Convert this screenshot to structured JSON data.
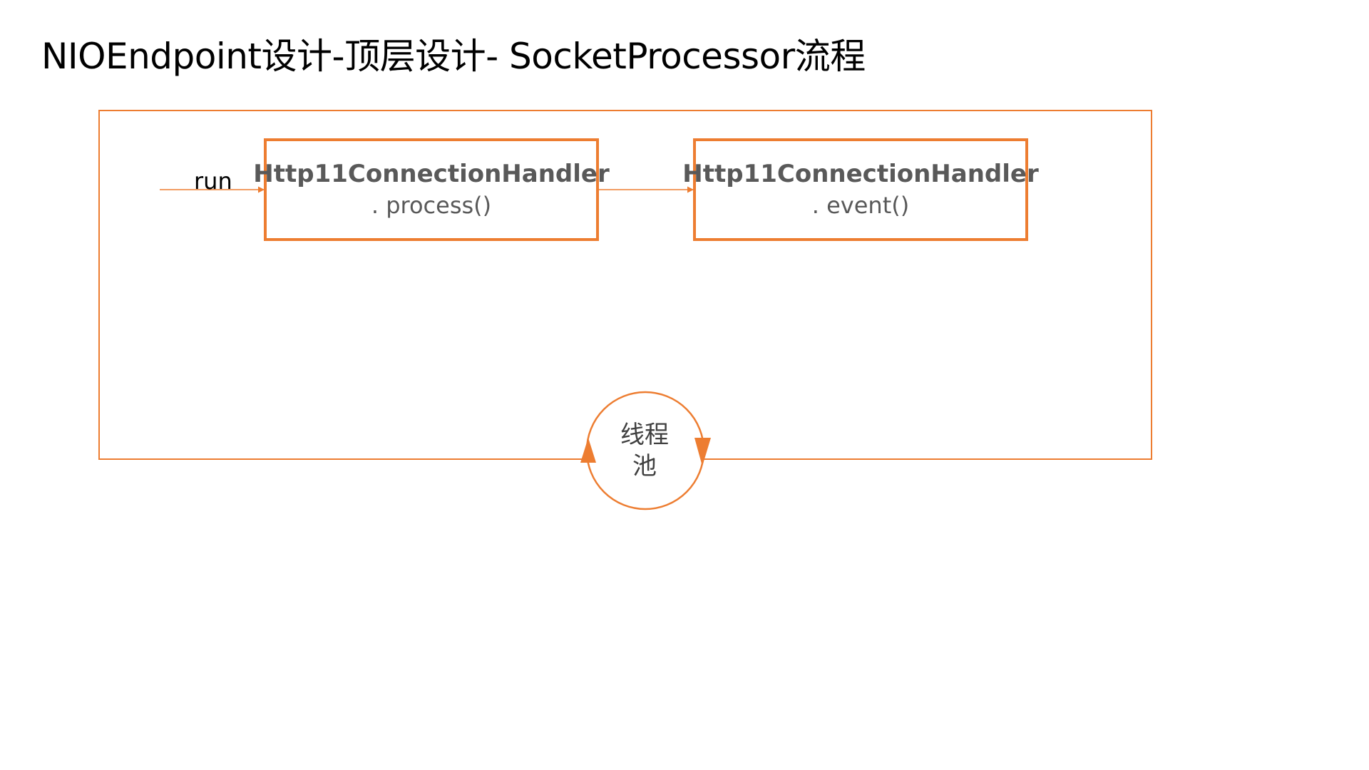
{
  "title": "NIOEndpoint设计-顶层设计- SocketProcessor流程",
  "accent_color": "#ED7D31",
  "run_label": "run",
  "boxes": [
    {
      "name": "Http11ConnectionHandler",
      "method": ". process()"
    },
    {
      "name": "Http11ConnectionHandler",
      "method": ". event()"
    }
  ],
  "thread_pool": {
    "label_line1": "线程",
    "label_line2": "池"
  }
}
